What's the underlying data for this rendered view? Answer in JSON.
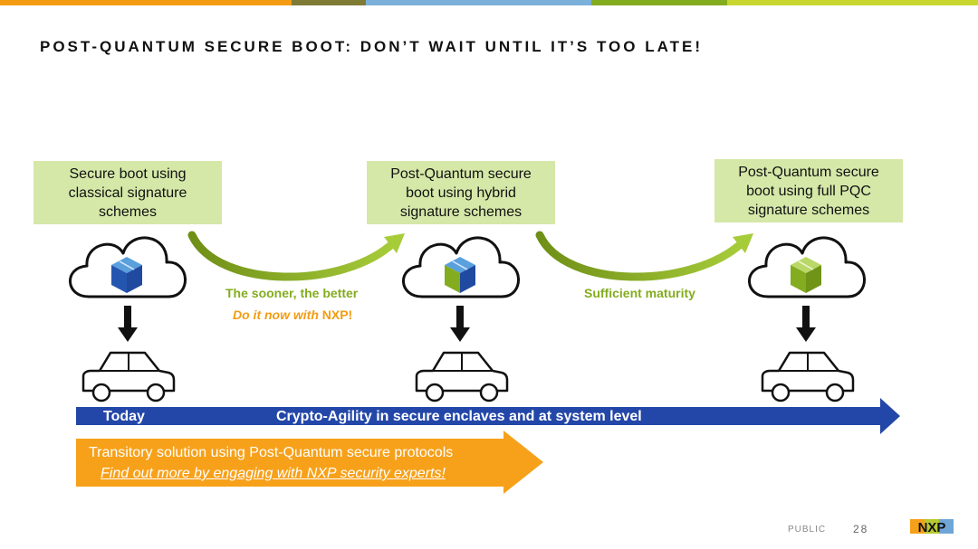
{
  "brand_colors": {
    "bar_segments": [
      "#f39c12",
      "#7f7a34",
      "#7ab0d9",
      "#84ac1f",
      "#c9d630"
    ],
    "blue": "#2347a8",
    "orange": "#f7a11a",
    "green": "#84ac1f",
    "box_green": "#d5e8a8"
  },
  "title": "POST-QUANTUM SECURE BOOT: DON’T WAIT UNTIL IT’S TOO LATE!",
  "stages": [
    {
      "line1": "Secure boot using",
      "line2": "classical signature",
      "line3": "schemes",
      "cube_color": "blue",
      "cube_icon": "cube-icon"
    },
    {
      "line1": "Post-Quantum secure",
      "line2": "boot using hybrid",
      "line3": "signature schemes",
      "cube_color": "blue-green",
      "cube_icon": "cube-icon"
    },
    {
      "line1": "Post-Quantum secure",
      "line2": "boot using full PQC",
      "line3": "signature schemes",
      "cube_color": "green",
      "cube_icon": "cube-icon"
    }
  ],
  "transitions": [
    {
      "caption": "The sooner, the better",
      "sub_italic": "Do it now with ",
      "sub_brand": "NXP!"
    },
    {
      "caption": "Sufficient maturity"
    }
  ],
  "timeline": {
    "start_label": "Today",
    "main_label": "Crypto-Agility in secure enclaves and at system level"
  },
  "transitory": {
    "line1": "Transitory solution using Post-Quantum secure protocols",
    "line2": "Find out more by engaging with NXP security experts!"
  },
  "footer": {
    "classification": "PUBLIC",
    "page": "28",
    "logo_text": "NXP"
  },
  "icons": [
    "cloud-icon",
    "cube-icon",
    "down-arrow-icon",
    "car-icon",
    "curved-arrow-icon",
    "nxp-logo"
  ]
}
